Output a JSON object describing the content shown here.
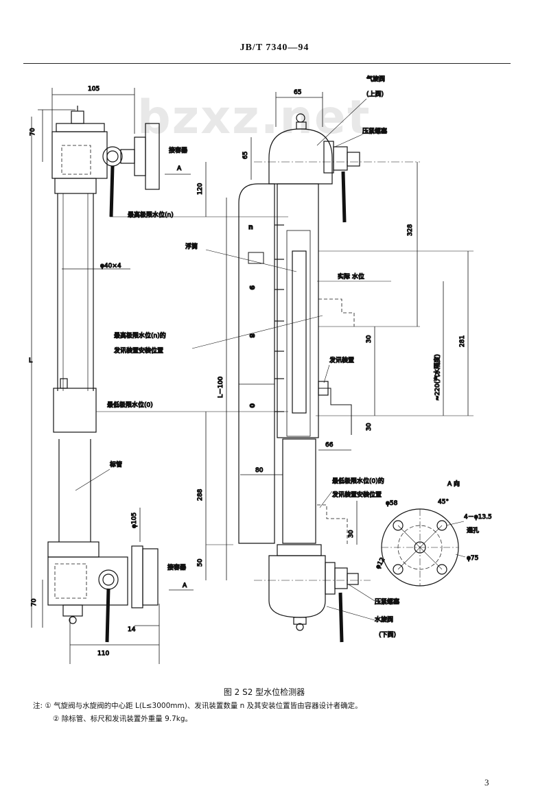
{
  "header": {
    "standard_no": "JB/T  7340—94"
  },
  "watermark": "bzxz.net",
  "figure": {
    "caption": "图 2   S2 型水位检测器",
    "notes": [
      "注: ① 气旋阀与水旋阀的中心距 L(L≤3000mm)、发讯装置数量 n 及其安装位置皆由容器设计者确定。",
      "② 除标管、标尺和发讯装置外重量 9.7kg。"
    ]
  },
  "labels": {
    "d105": "105",
    "d70_top": "70",
    "d120": "120",
    "d40x4": "φ40×4",
    "L": "L",
    "jierongqi_top": "接容器",
    "A_top": "A",
    "max_level": "最高极限水位(n)",
    "min_level": "最低极限水位(0)",
    "biaoguan": "标管",
    "phi105": "φ105",
    "jierongqi_bot": "接容器",
    "A_bot": "A",
    "d70_bot": "70",
    "d14": "14",
    "d110": "110",
    "d65_top": "65",
    "d65_side": "65",
    "qixuanfa": "气旋阀",
    "shangfa": "(上阀)",
    "yajinluomao_top": "压紧螺塞",
    "d328": "328",
    "futong": "浮筒",
    "shiji_shuiwei": "实际 水位",
    "fx_max_1": "最高极限水位(n)的",
    "fx_max_2": "发讯装置安装位置",
    "d30_a": "30",
    "d281": "281",
    "d220": "≈220(汽水隔度)",
    "faxun": "发讯装置",
    "L100": "L－100",
    "d30_b": "30",
    "d66": "66",
    "d80": "80",
    "fx_min_1": "最低极限水位(0)的",
    "fx_min_2": "发讯装置安装位置",
    "d288": "288",
    "d30_c": "30",
    "d50": "50",
    "yajinluomao_bot": "压紧螺塞",
    "shuixuanfa": "水旋阀",
    "xiafa": "(下阀)",
    "A_view": "A 向",
    "phi58": "φ58",
    "angle45": "45°",
    "holes": "4－φ13.5",
    "tongkong": "通孔",
    "phi12": "φ12",
    "phi75": "φ75",
    "scale_n": "n",
    "scale_9": "9",
    "scale_8": "8",
    "scale_0": "0"
  }
}
